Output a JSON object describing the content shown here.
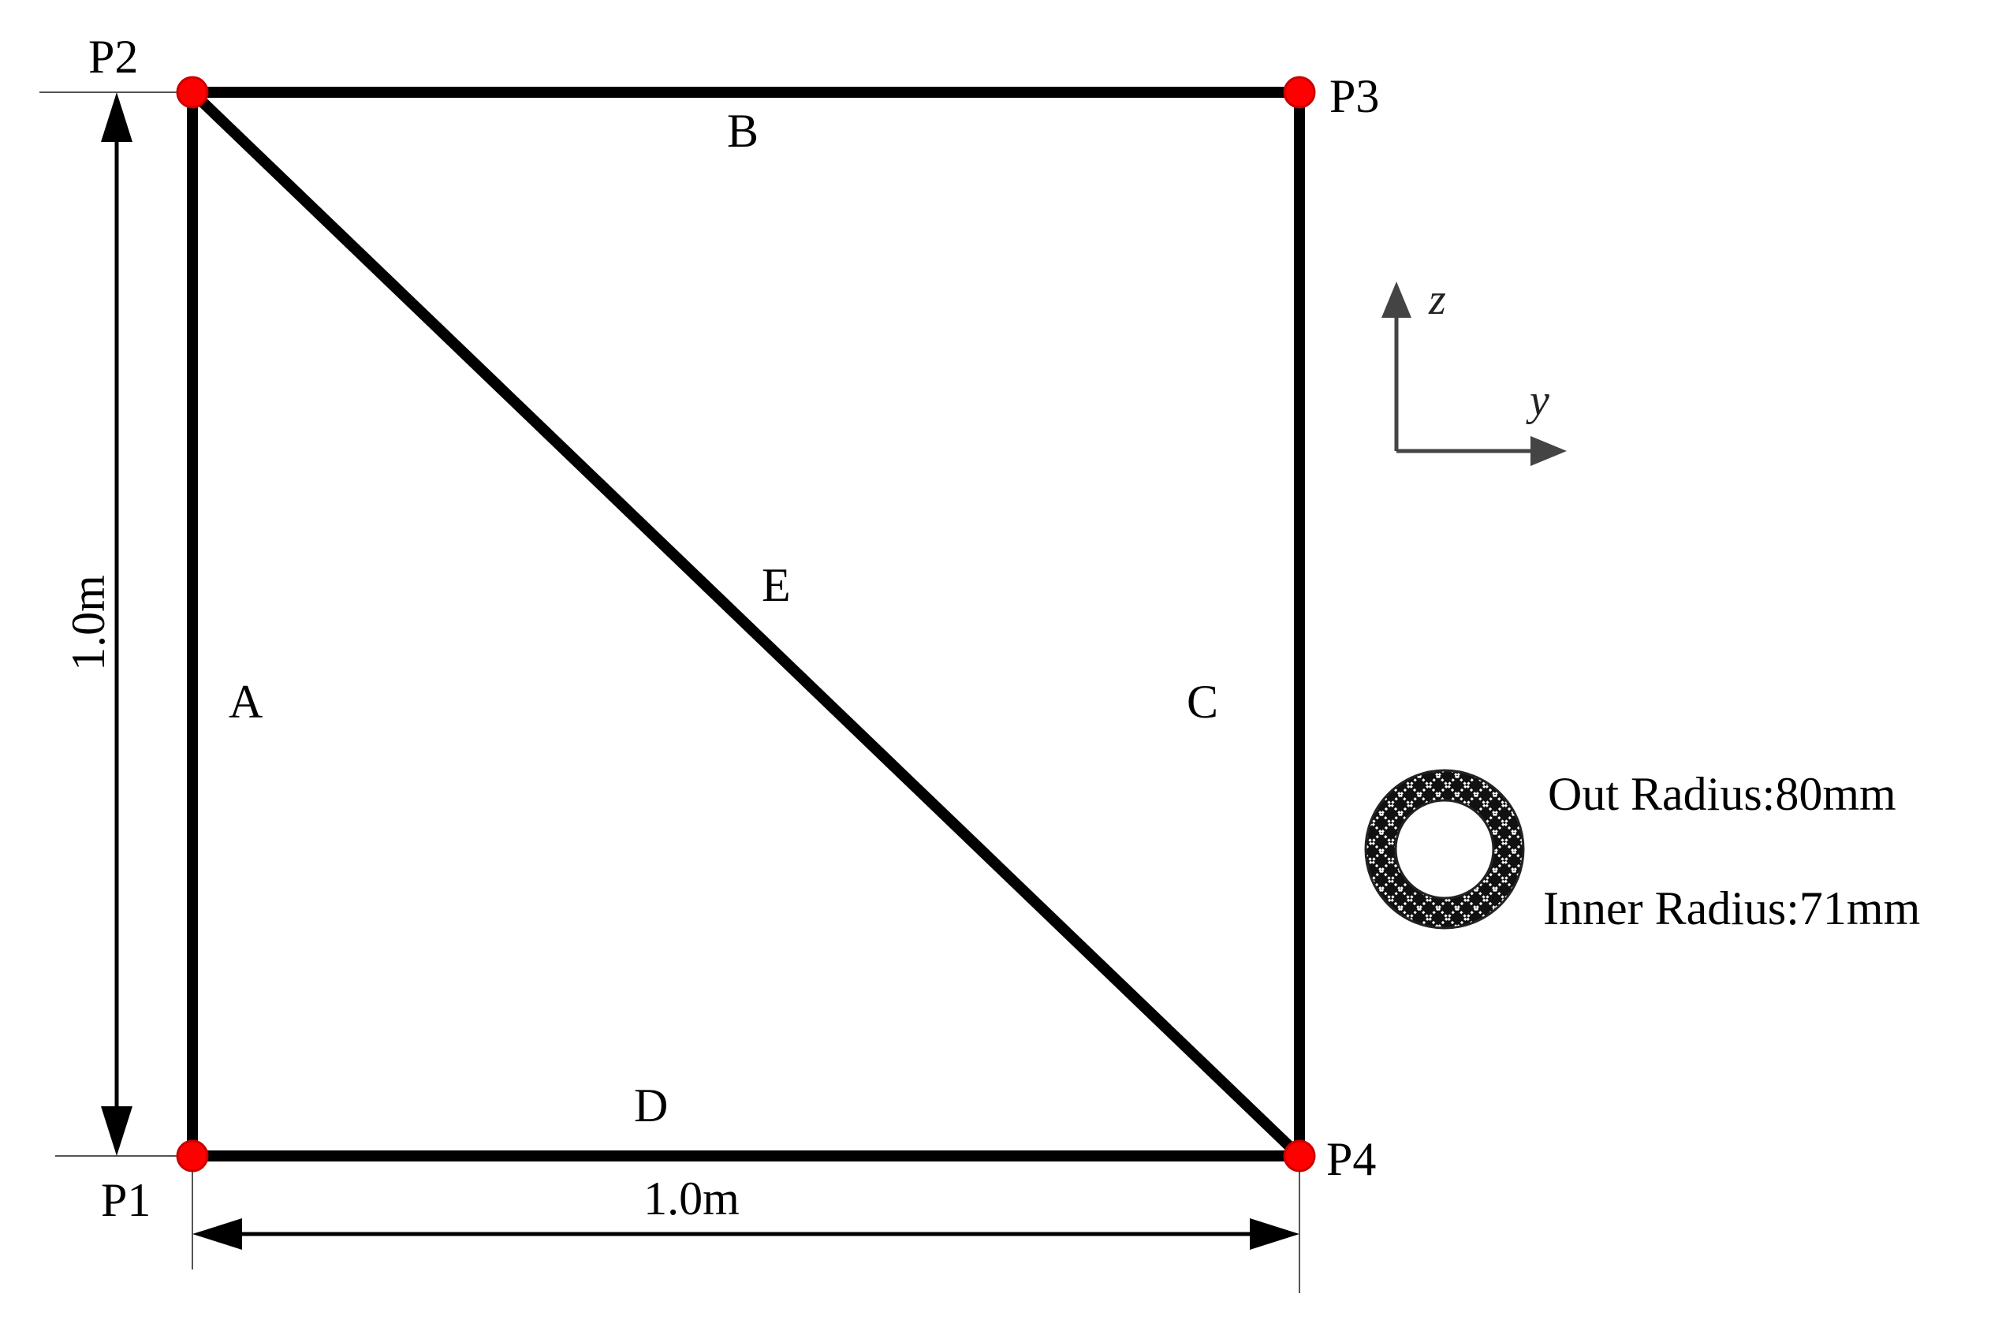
{
  "nodes": [
    {
      "id": "p1",
      "label": "P1"
    },
    {
      "id": "p2",
      "label": "P2"
    },
    {
      "id": "p3",
      "label": "P3"
    },
    {
      "id": "p4",
      "label": "P4"
    }
  ],
  "members": [
    {
      "id": "a",
      "label": "A"
    },
    {
      "id": "b",
      "label": "B"
    },
    {
      "id": "c",
      "label": "C"
    },
    {
      "id": "d",
      "label": "D"
    },
    {
      "id": "e",
      "label": "E"
    }
  ],
  "dimensions": {
    "height_label": "1.0m",
    "width_label": "1.0m"
  },
  "axes": {
    "z_label": "z",
    "y_label": "y"
  },
  "cross_section": {
    "outer_radius_label": "Out Radius:80mm",
    "inner_radius_label": "Inner Radius:71mm"
  },
  "colors": {
    "node_fill": "#ff0000",
    "member": "#000000"
  }
}
